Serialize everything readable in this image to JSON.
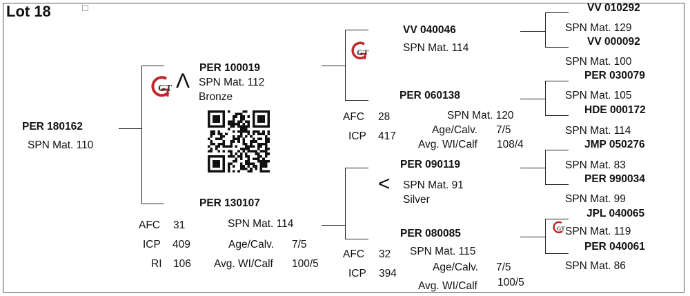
{
  "lot_label": "Lot 18",
  "subject": {
    "id": "PER 180162",
    "spn": "SPN Mat. 110"
  },
  "sire": {
    "id": "PER 100019",
    "spn": "SPN Mat. 112",
    "medal": "Bronze",
    "symbol": "Λ"
  },
  "dam": {
    "id": "PER 130107",
    "spn": "SPN Mat. 114"
  },
  "dam_stats": {
    "afc_label": "AFC",
    "afc": "31",
    "icp_label": "ICP",
    "icp": "409",
    "ri_label": "RI",
    "ri": "106",
    "agecalv_label": "Age/Calv.",
    "agecalv": "7/5",
    "avgwi_label": "Avg. WI/Calf",
    "avgwi": "100/5"
  },
  "ss": {
    "id": "VV  040046",
    "spn": "SPN Mat. 114"
  },
  "sd": {
    "id": "PER 060138",
    "spn": "SPN Mat. 120"
  },
  "sd_stats": {
    "afc_label": "AFC",
    "afc": "28",
    "icp_label": "ICP",
    "icp": "417",
    "agecalv_label": "Age/Calv.",
    "agecalv": "7/5",
    "avgwi_label": "Avg. WI/Calf",
    "avgwi": "108/4"
  },
  "ds": {
    "id": "PER 090119",
    "spn": "SPN Mat. 91",
    "medal": "Silver",
    "symbol": "<"
  },
  "dd": {
    "id": "PER 080085",
    "spn": "SPN Mat. 115"
  },
  "dd_stats": {
    "afc_label": "AFC",
    "afc": "32",
    "icp_label": "ICP",
    "icp": "394",
    "agecalv_label": "Age/Calv.",
    "agecalv": "7/5",
    "avgwi_label": "Avg. WI/Calf",
    "avgwi": "100/5"
  },
  "ggen": [
    {
      "id": "VV  010292",
      "spn": "SPN Mat. 129"
    },
    {
      "id": "VV  000092",
      "spn": "SPN Mat. 100"
    },
    {
      "id": "PER 030079",
      "spn": "SPN Mat. 105"
    },
    {
      "id": "HDE 000172",
      "spn": "SPN Mat. 114"
    },
    {
      "id": "JMP 050276",
      "spn": "SPN Mat. 83"
    },
    {
      "id": "PER 990034",
      "spn": "SPN Mat. 99"
    },
    {
      "id": "JPL 040065",
      "spn": "SPN Mat. 119"
    },
    {
      "id": "PER 040061",
      "spn": "SPN Mat. 86"
    }
  ],
  "logo_text": "GT",
  "colors": {
    "logo_red": "#c0282d",
    "line": "#222222"
  }
}
